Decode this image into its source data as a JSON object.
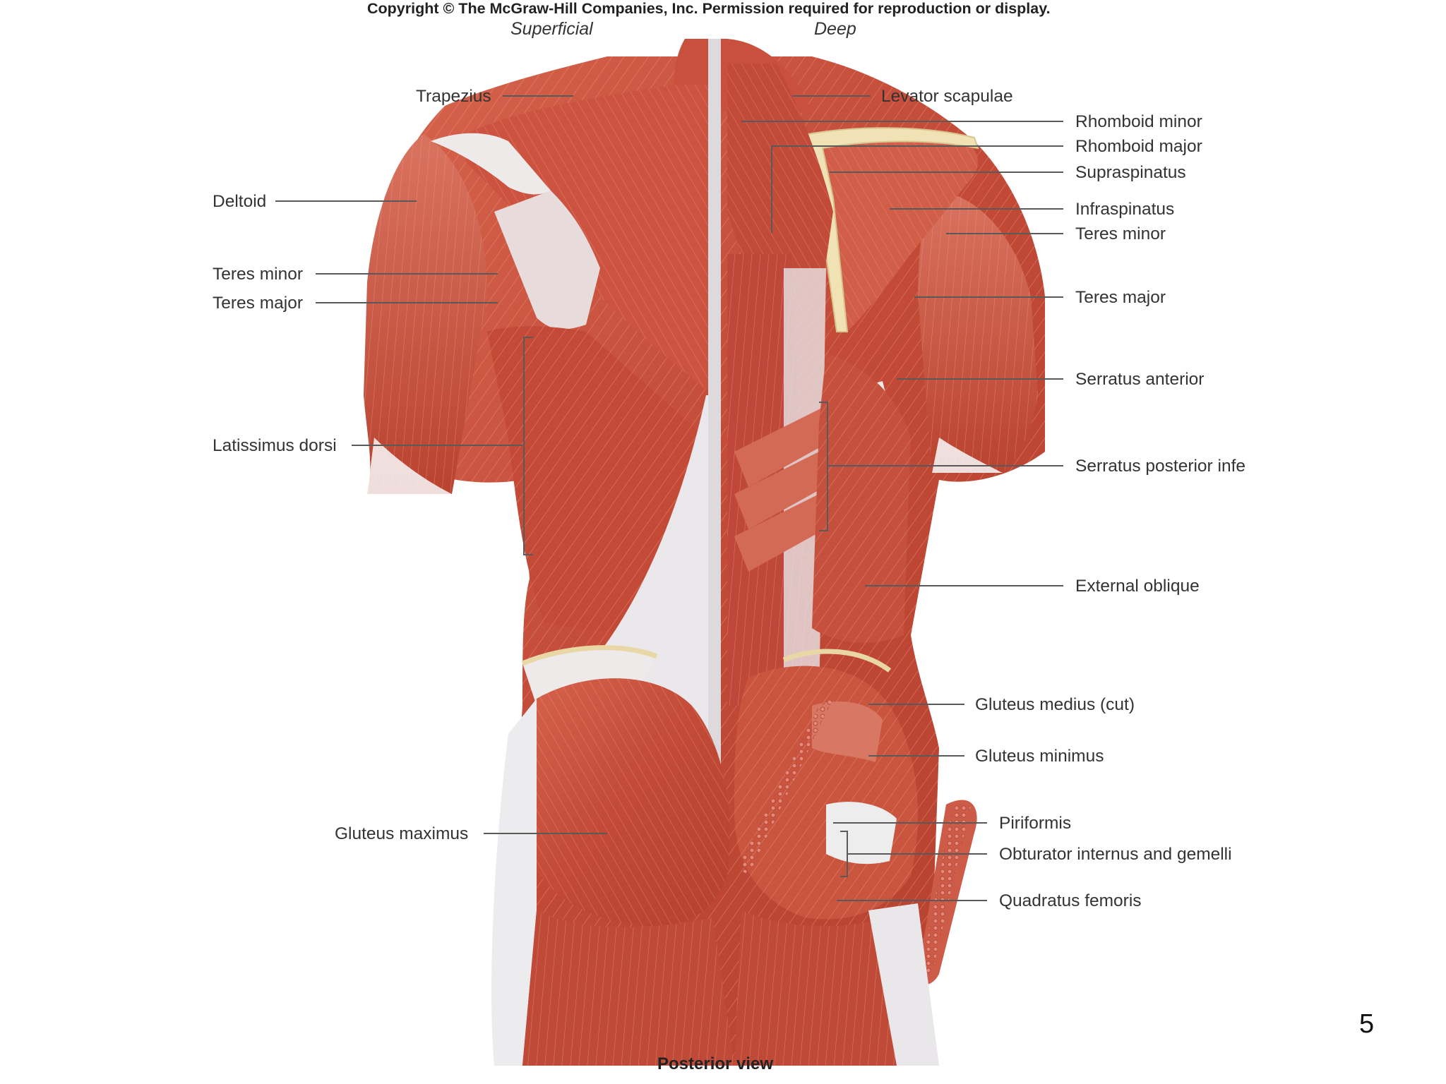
{
  "header": {
    "copyright": "Copyright © The McGraw-Hill Companies, Inc. Permission required for reproduction or display.",
    "superficial": "Superficial",
    "deep": "Deep"
  },
  "labels_left": [
    "Trapezius",
    "Deltoid",
    "Teres minor",
    "Teres major",
    "Latissimus dorsi",
    "Gluteus maximus"
  ],
  "labels_right": [
    "Levator scapulae",
    "Rhomboid minor",
    "Rhomboid major",
    "Supraspinatus",
    "Infraspinatus",
    "Teres minor",
    "Teres major",
    "Serratus anterior",
    "Serratus posterior infe",
    "External oblique",
    "Gluteus medius (cut)",
    "Gluteus minimus",
    "Piriformis",
    "Obturator internus and gemelli",
    "Quadratus femoris"
  ],
  "caption": "Posterior view",
  "page_number": "5",
  "colors": {
    "muscle": "#c5503c",
    "muscle_dark": "#a8382a",
    "muscle_light": "#e0806a",
    "tendon": "#e6e2e2",
    "bone": "#eedfb0",
    "leader": "#555555"
  }
}
